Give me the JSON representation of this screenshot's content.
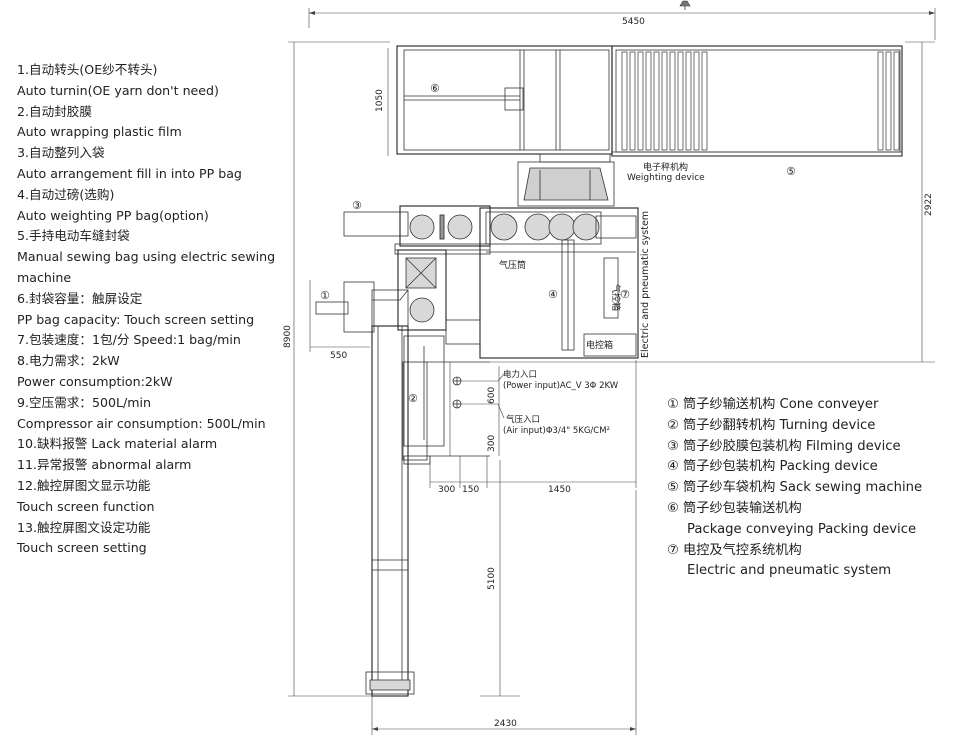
{
  "specs": [
    "1.自动转头(OE纱不转头)",
    "Auto turnin(OE yarn don't need)",
    "2.自动封胶膜",
    "Auto wrapping plastic film",
    "3.自动整列入袋",
    "Auto arrangement fill in into PP bag",
    "4.自动过磅(选购)",
    "Auto weighting PP bag(option)",
    "5.手持电动车缝封袋",
    "Manual sewing bag using electric sewing machine",
    "6.封袋容量：触屏设定",
    "PP bag capacity: Touch screen setting",
    "7.包装速度：1包/分 Speed:1 bag/min",
    "8.电力需求：2kW",
    "Power consumption:2kW",
    "9.空压需求：500L/min",
    "Compressor air consumption: 500L/min",
    "10.缺料报警 Lack material alarm",
    "11.异常报警 abnormal alarm",
    "12.触控屏图文显示功能",
    "Touch screen function",
    "13.触控屏图文设定功能",
    "Touch screen setting"
  ],
  "legend": [
    "① 筒子纱输送机构 Cone conveyer",
    "② 筒子纱翻转机构 Turning device",
    "③ 筒子纱胶膜包装机构 Filming device",
    "④ 筒子纱包装机构 Packing device",
    "⑤ 筒子纱车袋机构 Sack sewing machine",
    "⑥ 筒子纱包装输送机构",
    "Package conveying Packing device",
    "⑦ 电控及气控系统机构",
    "Electric and pneumatic system"
  ],
  "dimensions": {
    "d5450": "5450",
    "d1050": "1050",
    "d2922": "2922",
    "d8900": "8900",
    "d550": "550",
    "d600": "600",
    "d300v": "300",
    "d300": "300",
    "d150": "150",
    "d1450": "1450",
    "d5100": "5100",
    "d2430": "2430"
  },
  "labels": {
    "weighing_cn": "电子秤机构",
    "weighing_en": "Weighting device",
    "cylinder": "气压筒",
    "pneumatic_box": "气控箱",
    "electric_box": "电控箱",
    "electric_pneumatic": "Electric and pneumatic system",
    "power_cn": "电力入口",
    "power_en": "(Power input)AC_V 3Φ 2KW",
    "air_cn": "气压入口",
    "air_en": "(Air input)Φ3/4\" 5KG/CM²",
    "n1": "①",
    "n2": "②",
    "n3": "③",
    "n4": "④",
    "n5": "⑤",
    "n6": "⑥",
    "n7": "⑦"
  }
}
